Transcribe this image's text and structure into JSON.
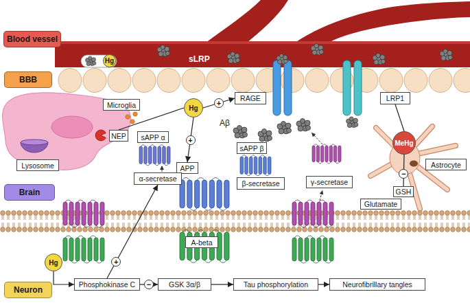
{
  "diagram": {
    "nodes": [
      {
        "text": [
          "Blood vessel"
        ]
      },
      {
        "text": [
          "Hg"
        ]
      },
      {
        "text": [
          "BBB"
        ]
      },
      {
        "text": [
          "RAGE"
        ]
      },
      {
        "text": [
          "LRP1"
        ]
      },
      {
        "text": [
          "Hg"
        ]
      },
      {
        "text": [
          "Microglia"
        ]
      },
      {
        "text": [
          "NEP"
        ]
      },
      {
        "text": [
          "sAPP α"
        ]
      },
      {
        "text": [
          "sAPP β"
        ]
      },
      {
        "text": [
          "MeHg"
        ]
      },
      {
        "text": [
          "APP"
        ]
      },
      {
        "text": [
          "Lysosome"
        ]
      },
      {
        "text": [
          "Astrocyte"
        ]
      },
      {
        "text": [
          "α-secretase"
        ]
      },
      {
        "text": [
          "β-secretase"
        ]
      },
      {
        "text": [
          "γ-secretase"
        ]
      },
      {
        "text": [
          "GSH"
        ]
      },
      {
        "text": [
          "Brain"
        ]
      },
      {
        "text": [
          "Glutamate"
        ]
      },
      {
        "text": [
          "A-beta"
        ]
      },
      {
        "text": [
          "Hg"
        ]
      },
      {
        "text": [
          "Neuron"
        ]
      },
      {
        "text": [
          "Phosphokinase C"
        ]
      },
      {
        "text": [
          "GSK 3α/β"
        ]
      },
      {
        "text": [
          "Tau phosphorylation"
        ]
      },
      {
        "text": [
          "Neurofibrillary tangles"
        ]
      }
    ],
    "edges": [
      {
        "from": 5,
        "to": 3,
        "label": "+",
        "arrow": "to"
      },
      {
        "from": 5,
        "to": 11,
        "label": "+",
        "arrow": "to"
      },
      {
        "from": 7,
        "to": 5,
        "arrow": "none"
      },
      {
        "from": 4,
        "to": 10,
        "arrow": "none"
      },
      {
        "from": 10,
        "to": 17,
        "label": "−",
        "arrow": "none"
      },
      {
        "from": 21,
        "to": 23,
        "arrow": "to"
      },
      {
        "from": 23,
        "to": 14,
        "label": "+",
        "arrow": "to"
      },
      {
        "from": 23,
        "to": 24,
        "label": "−",
        "arrow": "to"
      },
      {
        "from": 24,
        "to": 25,
        "arrow": "to"
      },
      {
        "from": 25,
        "to": 26,
        "arrow": "to"
      }
    ],
    "labels": [
      "sLRP",
      "Aβ"
    ]
  }
}
